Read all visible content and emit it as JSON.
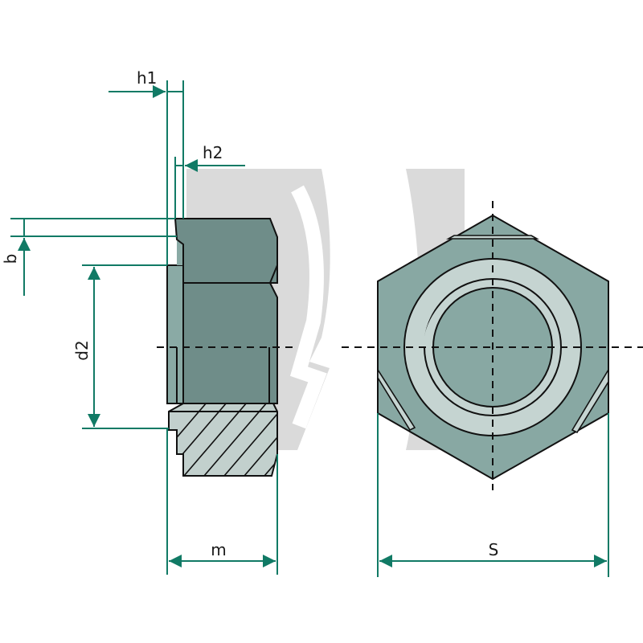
{
  "diagram": {
    "title": "Weld nut technical drawing (side section and top view)",
    "colors": {
      "background": "#ffffff",
      "watermark": "#d9d9d9",
      "body_fill": "#7f9f9a",
      "body_fill_dark": "#6e8a86",
      "body_fill_light": "#8aaaa5",
      "section_fill": "#c2d0cd",
      "ring_fill": "#c5d4d1",
      "outline": "#111111",
      "dimension": "#117a65",
      "centerline": "#111111"
    },
    "dimensions": {
      "h1": "h1",
      "h2": "h2",
      "b": "b",
      "d2": "d2",
      "m": "m",
      "s": "S"
    },
    "views": [
      {
        "name": "side-view",
        "description": "Half-section side view of weld nut with pilot collar"
      },
      {
        "name": "top-view",
        "description": "Hexagon top view with threaded bore and weld projections"
      }
    ]
  }
}
